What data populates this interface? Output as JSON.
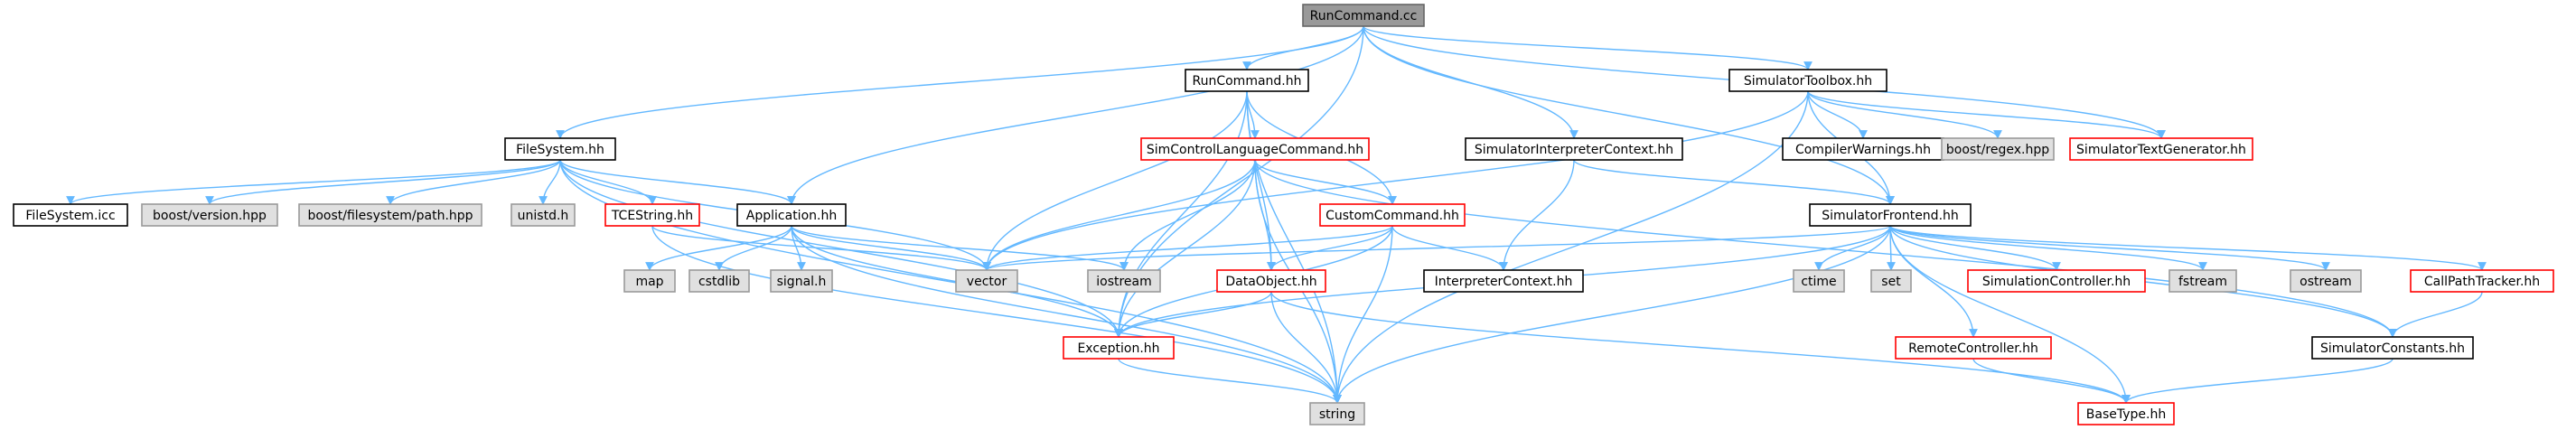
{
  "colors": {
    "edge": "#63b8ff",
    "root_fill": "#999999",
    "root_border": "#666666",
    "normal_fill": "#ffffff",
    "normal_border": "#000000",
    "red_border": "#ff0000",
    "system_fill": "#e0e0e0",
    "system_border": "#999999"
  },
  "nodes": [
    {
      "id": "runcommand_cc",
      "label": "RunCommand.cc",
      "kind": "root"
    },
    {
      "id": "runcommand_hh",
      "label": "RunCommand.hh",
      "kind": "normal"
    },
    {
      "id": "simulatortoolbox",
      "label": "SimulatorToolbox.hh",
      "kind": "normal"
    },
    {
      "id": "filesystem_hh",
      "label": "FileSystem.hh",
      "kind": "normal"
    },
    {
      "id": "simcontrol",
      "label": "SimControlLanguageCommand.hh",
      "kind": "red"
    },
    {
      "id": "simintctx",
      "label": "SimulatorInterpreterContext.hh",
      "kind": "normal"
    },
    {
      "id": "compilerwarnings",
      "label": "CompilerWarnings.hh",
      "kind": "normal"
    },
    {
      "id": "boostregex",
      "label": "boost/regex.hpp",
      "kind": "system"
    },
    {
      "id": "simtextgen",
      "label": "SimulatorTextGenerator.hh",
      "kind": "red"
    },
    {
      "id": "filesystem_icc",
      "label": "FileSystem.icc",
      "kind": "normal"
    },
    {
      "id": "boostversion",
      "label": "boost/version.hpp",
      "kind": "system"
    },
    {
      "id": "boostfspath",
      "label": "boost/filesystem/path.hpp",
      "kind": "system"
    },
    {
      "id": "unistd",
      "label": "unistd.h",
      "kind": "system"
    },
    {
      "id": "tcestring",
      "label": "TCEString.hh",
      "kind": "red"
    },
    {
      "id": "application",
      "label": "Application.hh",
      "kind": "normal"
    },
    {
      "id": "customcommand",
      "label": "CustomCommand.hh",
      "kind": "red"
    },
    {
      "id": "simfrontend",
      "label": "SimulatorFrontend.hh",
      "kind": "normal"
    },
    {
      "id": "map",
      "label": "map",
      "kind": "system"
    },
    {
      "id": "cstdlib",
      "label": "cstdlib",
      "kind": "system"
    },
    {
      "id": "signal",
      "label": "signal.h",
      "kind": "system"
    },
    {
      "id": "vector",
      "label": "vector",
      "kind": "system"
    },
    {
      "id": "iostream",
      "label": "iostream",
      "kind": "system"
    },
    {
      "id": "dataobject",
      "label": "DataObject.hh",
      "kind": "red"
    },
    {
      "id": "interpctx",
      "label": "InterpreterContext.hh",
      "kind": "normal"
    },
    {
      "id": "ctime",
      "label": "ctime",
      "kind": "system"
    },
    {
      "id": "set",
      "label": "set",
      "kind": "system"
    },
    {
      "id": "simcontroller",
      "label": "SimulationController.hh",
      "kind": "red"
    },
    {
      "id": "fstream",
      "label": "fstream",
      "kind": "system"
    },
    {
      "id": "ostream",
      "label": "ostream",
      "kind": "system"
    },
    {
      "id": "callpathtracker",
      "label": "CallPathTracker.hh",
      "kind": "red"
    },
    {
      "id": "exception",
      "label": "Exception.hh",
      "kind": "red"
    },
    {
      "id": "remotecontroller",
      "label": "RemoteController.hh",
      "kind": "red"
    },
    {
      "id": "simconstants",
      "label": "SimulatorConstants.hh",
      "kind": "normal"
    },
    {
      "id": "string",
      "label": "string",
      "kind": "system"
    },
    {
      "id": "basetype",
      "label": "BaseType.hh",
      "kind": "red"
    }
  ],
  "edges": [
    [
      "runcommand_cc",
      "runcommand_hh"
    ],
    [
      "runcommand_cc",
      "simulatortoolbox"
    ],
    [
      "runcommand_cc",
      "filesystem_hh"
    ],
    [
      "runcommand_cc",
      "simtextgen"
    ],
    [
      "runcommand_cc",
      "simintctx"
    ],
    [
      "runcommand_cc",
      "application"
    ],
    [
      "runcommand_cc",
      "exception"
    ],
    [
      "runcommand_cc",
      "simfrontend"
    ],
    [
      "runcommand_hh",
      "simcontrol"
    ],
    [
      "runcommand_hh",
      "customcommand"
    ],
    [
      "runcommand_hh",
      "dataobject"
    ],
    [
      "runcommand_hh",
      "string"
    ],
    [
      "runcommand_hh",
      "vector"
    ],
    [
      "runcommand_hh",
      "exception"
    ],
    [
      "simulatortoolbox",
      "compilerwarnings"
    ],
    [
      "simulatortoolbox",
      "boostregex"
    ],
    [
      "simulatortoolbox",
      "simtextgen"
    ],
    [
      "simulatortoolbox",
      "simfrontend"
    ],
    [
      "simulatortoolbox",
      "string"
    ],
    [
      "simulatortoolbox",
      "vector"
    ],
    [
      "filesystem_hh",
      "filesystem_icc"
    ],
    [
      "filesystem_hh",
      "boostversion"
    ],
    [
      "filesystem_hh",
      "boostfspath"
    ],
    [
      "filesystem_hh",
      "unistd"
    ],
    [
      "filesystem_hh",
      "tcestring"
    ],
    [
      "filesystem_hh",
      "application"
    ],
    [
      "filesystem_hh",
      "vector"
    ],
    [
      "filesystem_hh",
      "string"
    ],
    [
      "filesystem_hh",
      "exception"
    ],
    [
      "simcontrol",
      "customcommand"
    ],
    [
      "simcontrol",
      "dataobject"
    ],
    [
      "simcontrol",
      "vector"
    ],
    [
      "simcontrol",
      "iostream"
    ],
    [
      "simcontrol",
      "string"
    ],
    [
      "simcontrol",
      "exception"
    ],
    [
      "simcontrol",
      "simconstants"
    ],
    [
      "simintctx",
      "interpctx"
    ],
    [
      "simintctx",
      "simfrontend"
    ],
    [
      "tcestring",
      "string"
    ],
    [
      "tcestring",
      "vector"
    ],
    [
      "application",
      "map"
    ],
    [
      "application",
      "cstdlib"
    ],
    [
      "application",
      "signal"
    ],
    [
      "application",
      "vector"
    ],
    [
      "application",
      "iostream"
    ],
    [
      "application",
      "string"
    ],
    [
      "application",
      "exception"
    ],
    [
      "customcommand",
      "dataobject"
    ],
    [
      "customcommand",
      "interpctx"
    ],
    [
      "customcommand",
      "vector"
    ],
    [
      "customcommand",
      "string"
    ],
    [
      "customcommand",
      "exception"
    ],
    [
      "simfrontend",
      "vector"
    ],
    [
      "simfrontend",
      "ctime"
    ],
    [
      "simfrontend",
      "set"
    ],
    [
      "simfrontend",
      "simcontroller"
    ],
    [
      "simfrontend",
      "fstream"
    ],
    [
      "simfrontend",
      "ostream"
    ],
    [
      "simfrontend",
      "callpathtracker"
    ],
    [
      "simfrontend",
      "remotecontroller"
    ],
    [
      "simfrontend",
      "simconstants"
    ],
    [
      "simfrontend",
      "string"
    ],
    [
      "simfrontend",
      "exception"
    ],
    [
      "simfrontend",
      "basetype"
    ],
    [
      "dataobject",
      "exception"
    ],
    [
      "dataobject",
      "string"
    ],
    [
      "dataobject",
      "basetype"
    ],
    [
      "exception",
      "string"
    ],
    [
      "callpathtracker",
      "simconstants"
    ],
    [
      "remotecontroller",
      "basetype"
    ],
    [
      "simconstants",
      "basetype"
    ]
  ]
}
